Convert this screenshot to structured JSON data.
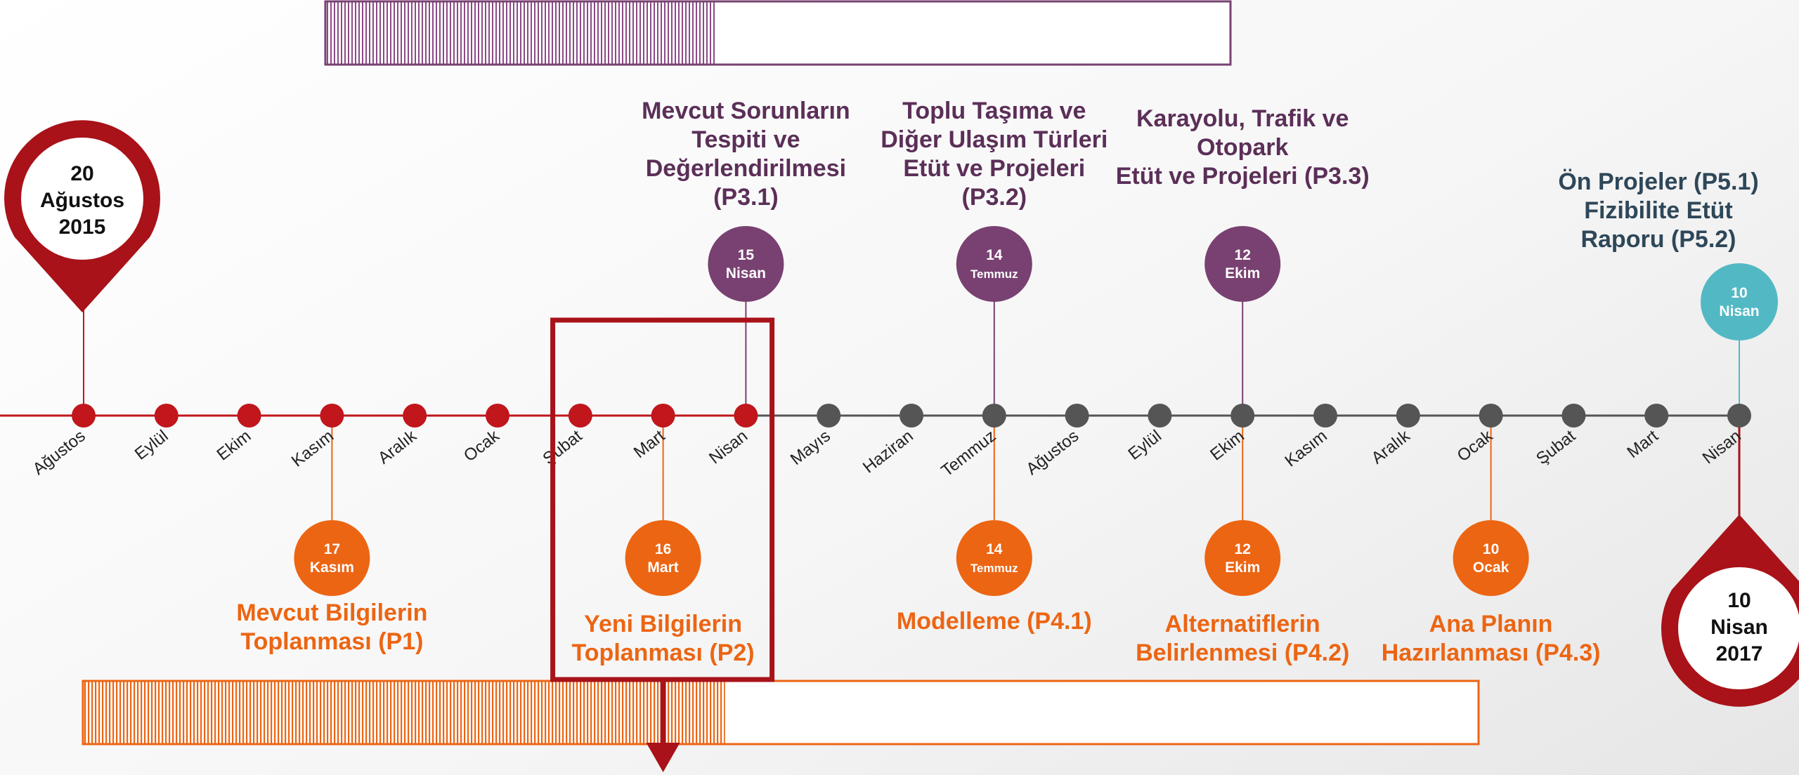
{
  "colors": {
    "red": "#c0161c",
    "dark_red": "#a81218",
    "gray": "#555555",
    "purple": "#784171",
    "purple_text": "#5b2f58",
    "orange": "#ec6513",
    "teal": "#52b9c4",
    "slate_text": "#2e4759"
  },
  "start_marker": {
    "line1": "20",
    "line2": "Ağustos",
    "line3": "2015"
  },
  "end_marker": {
    "line1": "10",
    "line2": "Nisan",
    "line3": "2017"
  },
  "months": [
    "Ağustos",
    "Eylül",
    "Ekim",
    "Kasım",
    "Aralık",
    "Ocak",
    "Şubat",
    "Mart",
    "Nisan",
    "Mayıs",
    "Haziran",
    "Temmuz",
    "Ağustos",
    "Eylül",
    "Ekim",
    "Kasım",
    "Aralık",
    "Ocak",
    "Şubat",
    "Mart",
    "Nisan"
  ],
  "completed_month_count": 9,
  "top_milestones": [
    {
      "month_index": 8,
      "day": "15",
      "month": "Nisan",
      "title": [
        "Mevcut Sorunların",
        "Tespiti ve",
        "Değerlendirilmesi",
        "(P3.1)"
      ],
      "color": "purple"
    },
    {
      "month_index": 11,
      "day": "14",
      "month": "Temmuz",
      "title": [
        "Toplu Taşıma ve",
        "Diğer Ulaşım Türleri",
        "Etüt ve Projeleri",
        "(P3.2)"
      ],
      "color": "purple"
    },
    {
      "month_index": 14,
      "day": "12",
      "month": "Ekim",
      "title": [
        "Karayolu, Trafik ve",
        "Otopark",
        "Etüt ve Projeleri (P3.3)"
      ],
      "color": "purple"
    },
    {
      "month_index": 20,
      "day": "10",
      "month": "Nisan",
      "title": [
        "Ön Projeler (P5.1)",
        "Fizibilite Etüt",
        "Raporu (P5.2)"
      ],
      "color": "teal"
    }
  ],
  "bottom_milestones": [
    {
      "month_index": 3,
      "day": "17",
      "month": "Kasım",
      "title": [
        "Mevcut Bilgilerin",
        "Toplanması (P1)"
      ]
    },
    {
      "month_index": 7,
      "day": "16",
      "month": "Mart",
      "title": [
        "Yeni Bilgilerin",
        "Toplanması (P2)"
      ]
    },
    {
      "month_index": 11,
      "day": "14",
      "month": "Temmuz",
      "title": [
        "Modelleme (P4.1)"
      ]
    },
    {
      "month_index": 14,
      "day": "12",
      "month": "Ekim",
      "title": [
        "Alternatiflerin",
        "Belirlenmesi (P4.2)"
      ]
    },
    {
      "month_index": 17,
      "day": "10",
      "month": "Ocak",
      "title": [
        "Ana Planın",
        "Hazırlanması (P4.3)"
      ]
    }
  ],
  "top_progress_fraction": 0.43,
  "bottom_progress_fraction": 0.46,
  "highlight_month_index": 7
}
